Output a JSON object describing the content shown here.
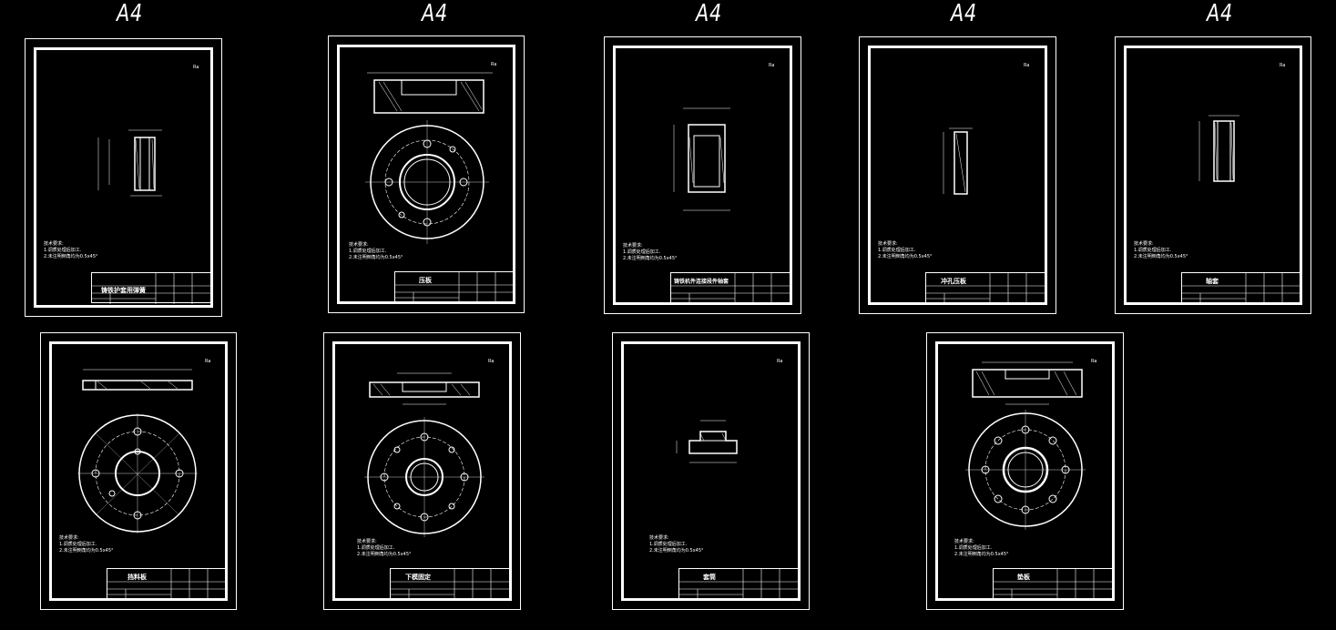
{
  "sheet_size_labels": [
    "A4",
    "A4",
    "A4",
    "A4",
    "A4"
  ],
  "colors": {
    "background": "#000000",
    "lines": "#ffffff"
  },
  "sheets": [
    {
      "id": "s1",
      "title": "铸铁护套用弹簧"
    },
    {
      "id": "s2",
      "title": "压板"
    },
    {
      "id": "s3",
      "title": "铸铁机件连接段件轴套"
    },
    {
      "id": "s4",
      "title": "冲孔压板"
    },
    {
      "id": "s5",
      "title": "轴套"
    },
    {
      "id": "s6",
      "title": "挡料板"
    },
    {
      "id": "s7",
      "title": "下模固定"
    },
    {
      "id": "s8",
      "title": "套筒"
    },
    {
      "id": "s9",
      "title": "垫板"
    }
  ]
}
